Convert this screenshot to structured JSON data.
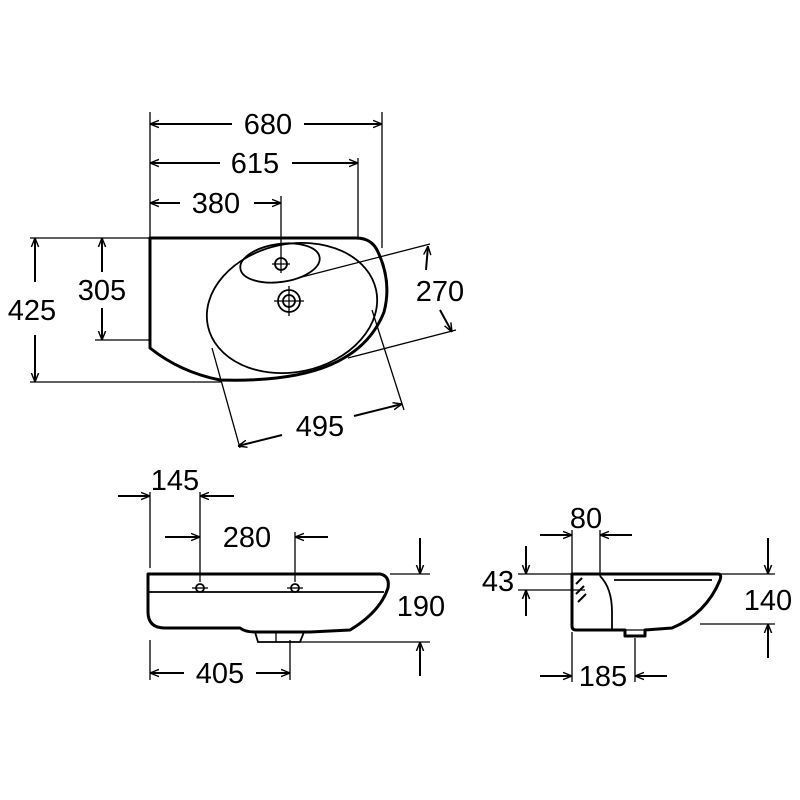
{
  "dimensions": {
    "top_width_680": "680",
    "top_width_615": "615",
    "top_tap_380": "380",
    "top_depth_425": "425",
    "top_depth_305": "305",
    "bowl_depth_270": "270",
    "bowl_width_495": "495",
    "front_145": "145",
    "front_280": "280",
    "front_height_190": "190",
    "front_405": "405",
    "side_80": "80",
    "side_43": "43",
    "side_height_140": "140",
    "side_185": "185"
  }
}
